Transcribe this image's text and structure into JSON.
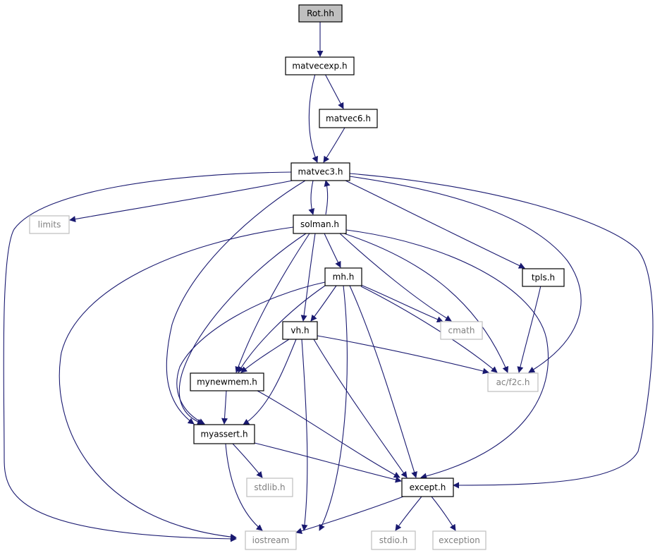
{
  "diagram": {
    "colors": {
      "edge": "#191970",
      "root_fill": "#bfbfbf",
      "node_border": "#000000",
      "external_border": "#bfbfbf",
      "external_text": "#808080"
    },
    "nodes": {
      "rot": "Rot.hh",
      "matvecexp": "matvecexp.h",
      "matvec6": "matvec6.h",
      "matvec3": "matvec3.h",
      "limits": "limits",
      "solman": "solman.h",
      "tpls": "tpls.h",
      "mh": "mh.h",
      "cmath": "cmath",
      "vh": "vh.h",
      "f2c": "ac/f2c.h",
      "mynewmem": "mynewmem.h",
      "myassert": "myassert.h",
      "stdlib": "stdlib.h",
      "except": "except.h",
      "iostream": "iostream",
      "stdio": "stdio.h",
      "exception": "exception"
    },
    "edges": [
      [
        "rot",
        "matvecexp"
      ],
      [
        "matvecexp",
        "matvec6"
      ],
      [
        "matvecexp",
        "matvec3"
      ],
      [
        "matvec6",
        "matvec3"
      ],
      [
        "matvec3",
        "limits"
      ],
      [
        "matvec3",
        "solman"
      ],
      [
        "solman",
        "matvec3"
      ],
      [
        "matvec3",
        "tpls"
      ],
      [
        "matvec3",
        "f2c"
      ],
      [
        "matvec3",
        "except"
      ],
      [
        "matvec3",
        "myassert"
      ],
      [
        "matvec3",
        "iostream"
      ],
      [
        "solman",
        "mh"
      ],
      [
        "solman",
        "vh"
      ],
      [
        "solman",
        "cmath"
      ],
      [
        "solman",
        "f2c"
      ],
      [
        "solman",
        "except"
      ],
      [
        "solman",
        "mynewmem"
      ],
      [
        "solman",
        "myassert"
      ],
      [
        "solman",
        "iostream"
      ],
      [
        "tpls",
        "f2c"
      ],
      [
        "mh",
        "cmath"
      ],
      [
        "mh",
        "vh"
      ],
      [
        "mh",
        "f2c"
      ],
      [
        "mh",
        "mynewmem"
      ],
      [
        "mh",
        "myassert"
      ],
      [
        "mh",
        "except"
      ],
      [
        "mh",
        "iostream"
      ],
      [
        "vh",
        "f2c"
      ],
      [
        "vh",
        "mynewmem"
      ],
      [
        "vh",
        "myassert"
      ],
      [
        "vh",
        "except"
      ],
      [
        "vh",
        "iostream"
      ],
      [
        "mynewmem",
        "myassert"
      ],
      [
        "mynewmem",
        "except"
      ],
      [
        "myassert",
        "stdlib"
      ],
      [
        "myassert",
        "except"
      ],
      [
        "myassert",
        "iostream"
      ],
      [
        "except",
        "iostream"
      ],
      [
        "except",
        "stdio"
      ],
      [
        "except",
        "exception"
      ]
    ]
  }
}
